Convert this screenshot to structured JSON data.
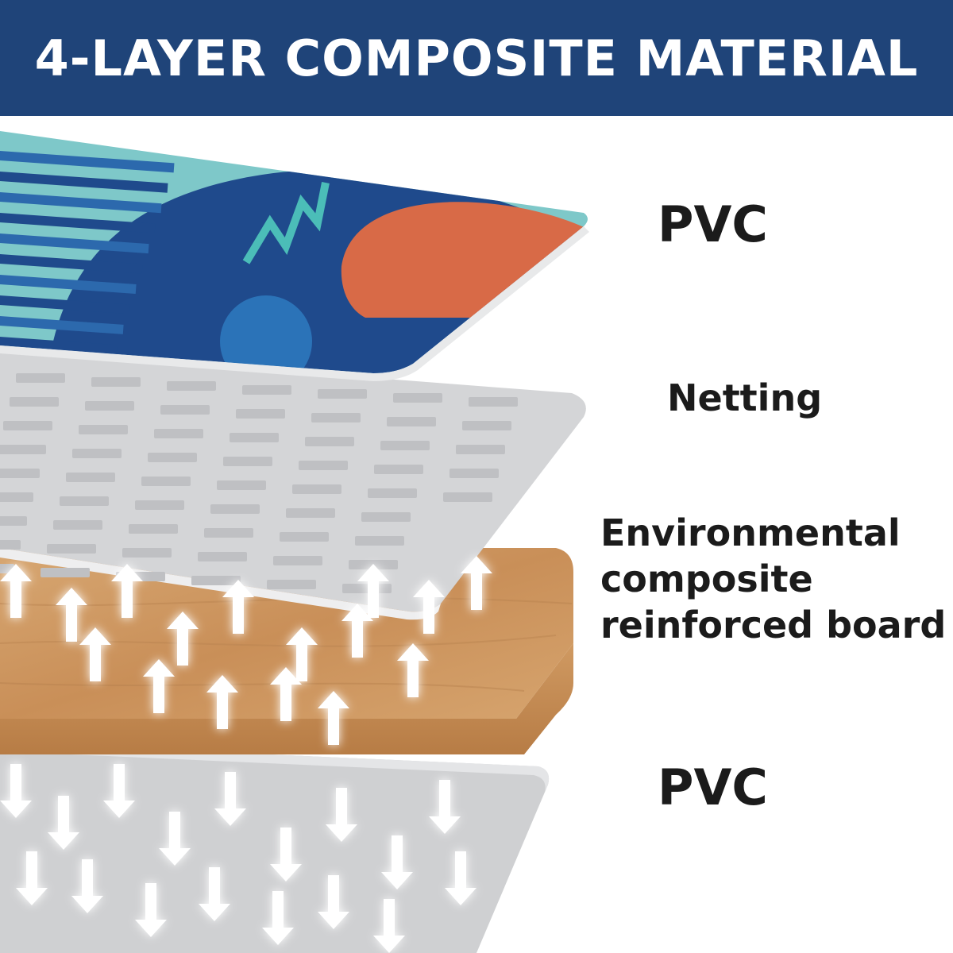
{
  "banner": {
    "title": "4-LAYER COMPOSITE MATERIAL",
    "color": "#1f4479"
  },
  "layers": [
    {
      "label": "PVC",
      "color": "#7ec8c9"
    },
    {
      "label": "Netting",
      "color": "#d3d4d6"
    },
    {
      "label_lines": [
        "Environmental",
        "composite",
        "reinforced board"
      ],
      "color": "#c9925c"
    },
    {
      "label": "PVC",
      "color": "#d0d1d3"
    }
  ],
  "pattern_colors": {
    "navy": "#1f4a8c",
    "orange": "#d86a47",
    "teal": "#4bbdb8"
  },
  "icons": {
    "up": "arrow-up-icon",
    "down": "arrow-down-icon"
  }
}
